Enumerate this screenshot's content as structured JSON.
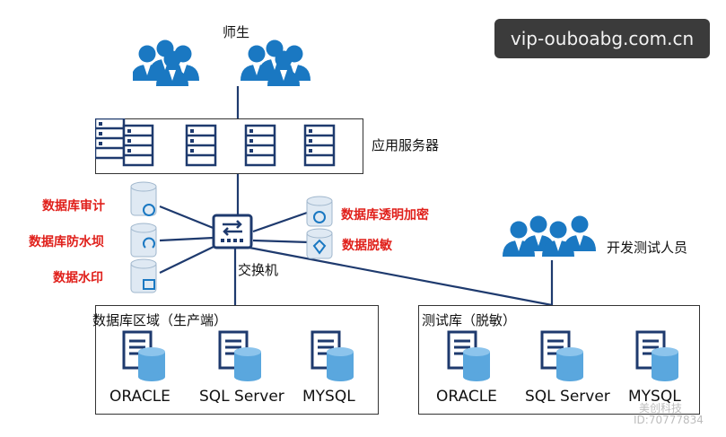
{
  "banner": "vip-ouboabg.com.cn",
  "nodes": {
    "teachers": "师生",
    "app_servers": "应用服务器",
    "switch": "交换机",
    "dev_testers": "开发测试人员",
    "prod_zone": "数据库区域（生产端）",
    "test_db": "测试库（脱敏）"
  },
  "security_left": [
    "数据库审计",
    "数据库防水坝",
    "数据水印"
  ],
  "security_right": [
    "数据库透明加密",
    "数据脱敏"
  ],
  "prod_dbs": [
    "ORACLE",
    "SQL Server",
    "MYSQL"
  ],
  "test_dbs": [
    "ORACLE",
    "SQL Server",
    "MYSQL"
  ],
  "watermark": {
    "line1": "美创科技",
    "line2": "ID:70777834"
  },
  "colors": {
    "user": "#1a78c2",
    "accent_red": "#e0201b",
    "line": "#1e3a6e",
    "db": "#5aa7de"
  }
}
